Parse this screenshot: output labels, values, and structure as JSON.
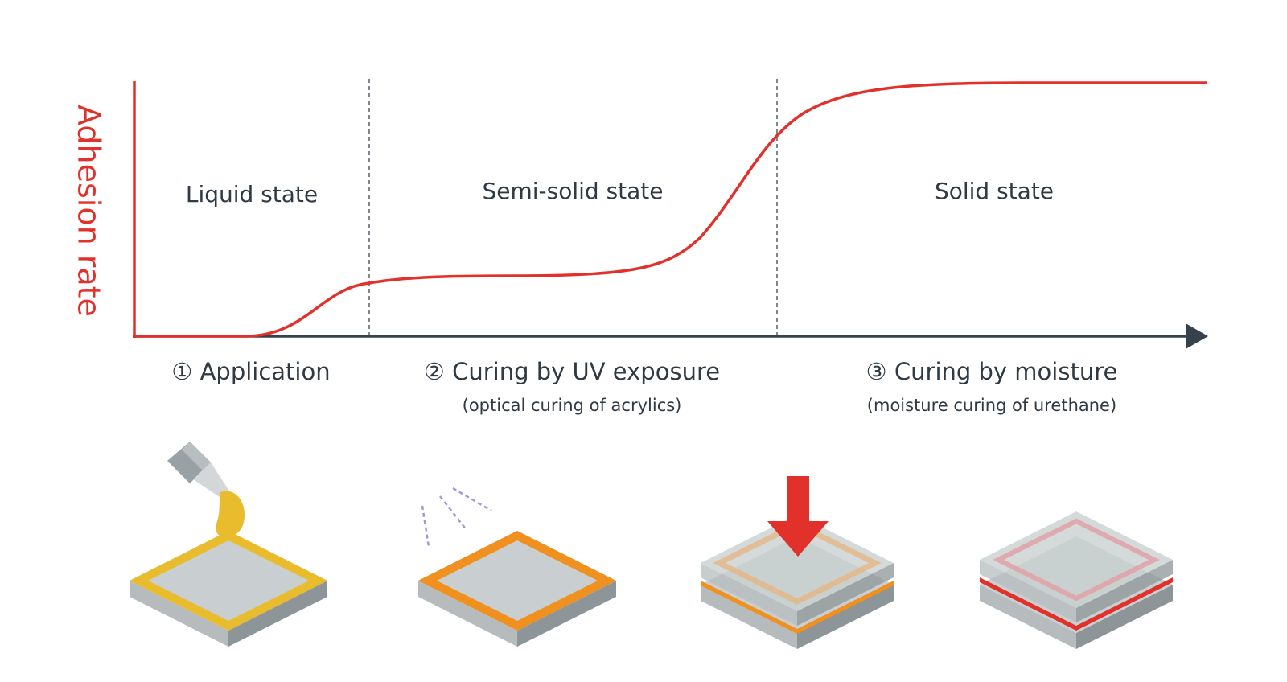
{
  "colors": {
    "curve": "#e2302b",
    "axis": "#36424b",
    "text": "#2f3a44",
    "divider": "#555e66",
    "adhesive_liquid": "#e8bc2c",
    "adhesive_semi": "#f0901e",
    "adhesive_solid": "#e2302b",
    "substrate_top": "#c9cfd0",
    "substrate_left": "#b6bcbe",
    "substrate_right": "#8d9598",
    "uv_rays": "#a29ad8",
    "press_arrow": "#e2302b"
  },
  "diagram": {
    "y_axis_label": "Adhesion rate",
    "zones": [
      {
        "label": "Liquid state"
      },
      {
        "label": "Semi-solid state"
      },
      {
        "label": "Solid state"
      }
    ],
    "stages": [
      {
        "title": "① Application",
        "subtitle": ""
      },
      {
        "title": "② Curing by UV exposure",
        "subtitle": "(optical curing of acrylics)"
      },
      {
        "title": "③ Curing by moisture",
        "subtitle": "(moisture curing of urethane)"
      }
    ],
    "illustrations": [
      {
        "name": "dispenser-applying-adhesive",
        "adhesive_state": "liquid"
      },
      {
        "name": "uv-curing-adhesive",
        "adhesive_state": "semi-solid"
      },
      {
        "name": "bonding-with-press",
        "adhesive_state": "semi-solid"
      },
      {
        "name": "moisture-cured-bond",
        "adhesive_state": "solid"
      }
    ]
  }
}
